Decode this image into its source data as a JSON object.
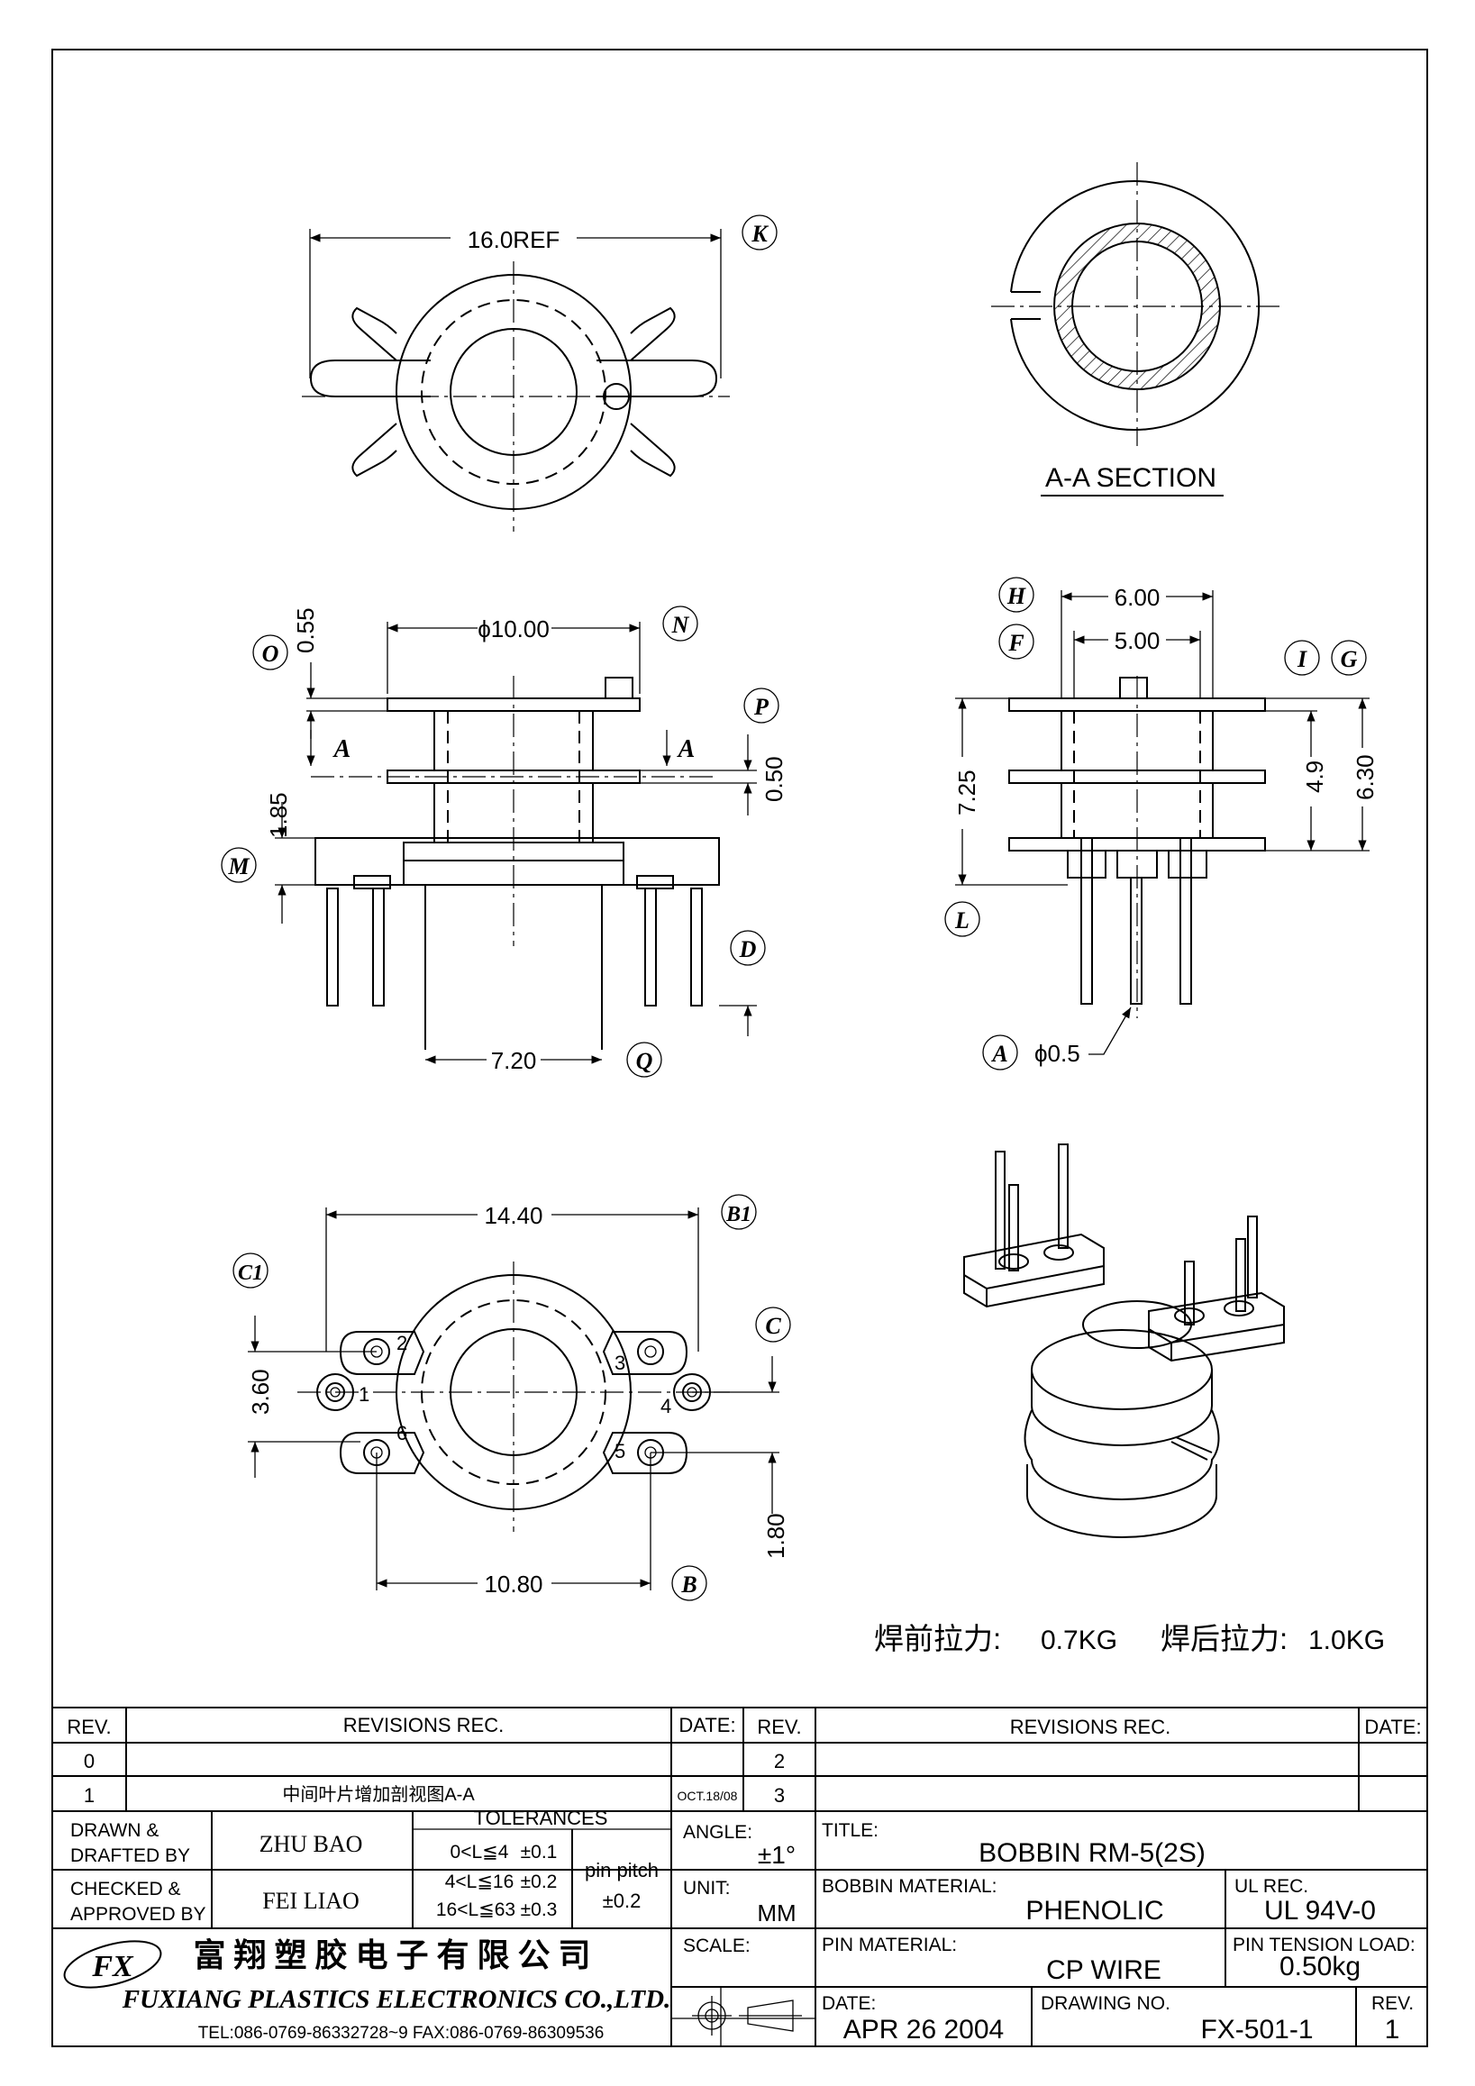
{
  "views": {
    "top": {
      "dim_width": "16.0REF",
      "ref": "K"
    },
    "section": {
      "caption": "A-A SECTION"
    },
    "front": {
      "dim_flange_dia": "ϕ10.00",
      "ref_flange": "N",
      "dim_o": "0.55",
      "ref_o": "O",
      "dim_p": "0.50",
      "ref_p": "P",
      "dim_185": "1.85",
      "ref_m": "M",
      "ref_d": "D",
      "dim_pin_span": "7.20",
      "ref_q": "Q",
      "section_mark": "A"
    },
    "side": {
      "dim_outer": "6.00",
      "ref_h": "H",
      "dim_inner": "5.00",
      "ref_f": "F",
      "ref_i": "I",
      "ref_g": "G",
      "dim_725": "7.25",
      "dim_49": "4.9",
      "dim_630": "6.30",
      "ref_l": "L",
      "ref_a": "A",
      "dim_pin_dia": "ϕ0.5"
    },
    "bottom": {
      "dim_width": "14.40",
      "ref_b1": "B1",
      "ref_c1": "C1",
      "ref_c": "C",
      "dim_360": "3.60",
      "dim_180": "1.80",
      "dim_pin_x": "10.80",
      "ref_b": "B",
      "pin_numbers": [
        "1",
        "2",
        "3",
        "4",
        "5",
        "6"
      ]
    }
  },
  "pull_force": {
    "before_label": "焊前拉力:",
    "before_value": "0.7KG",
    "after_label": "焊后拉力:",
    "after_value": "1.0KG"
  },
  "revisions": {
    "hdr_rev": "REV.",
    "hdr_rec": "REVISIONS   REC.",
    "hdr_date": "DATE:",
    "rows_left": [
      {
        "rev": "0",
        "rec": "",
        "date": ""
      },
      {
        "rev": "1",
        "rec": "中间叶片增加剖视图A-A",
        "date": "OCT.18/08"
      }
    ],
    "rows_right": [
      {
        "rev": "2",
        "rec": "",
        "date": ""
      },
      {
        "rev": "3",
        "rec": "",
        "date": ""
      }
    ]
  },
  "title_block": {
    "drawn_label": "DRAWN &\nDRAFTED BY",
    "drawn_by": "ZHU  BAO",
    "checked_label": "CHECKED &\nAPPROVED BY",
    "checked_by": "FEI LIAO",
    "tolerances_label": "TOLERANCES",
    "tol_rows": [
      {
        "range": "0<L≦4",
        "value": "±0.1"
      },
      {
        "range": "4<L≦16",
        "value": "±0.2"
      },
      {
        "range": "16<L≦63",
        "value": "±0.3"
      }
    ],
    "pin_pitch_label": "pin  pitch",
    "pin_pitch_value": "±0.2",
    "angle_label": "ANGLE:",
    "angle_value": "±1°",
    "unit_label": "UNIT:",
    "unit_value": "MM",
    "scale_label": "SCALE:",
    "title_label": "TITLE:",
    "title_value": "BOBBIN  RM-5(2S)",
    "bobbin_material_label": "BOBBIN MATERIAL:",
    "bobbin_material_value": "PHENOLIC",
    "ul_label": "UL REC.",
    "ul_value": "UL  94V-0",
    "pin_material_label": "PIN MATERIAL:",
    "pin_material_value": "CP  WIRE",
    "pin_tension_label": "PIN TENSION  LOAD:",
    "pin_tension_value": "0.50kg",
    "date_label": "DATE:",
    "date_value": "APR  26  2004",
    "drawing_no_label": "DRAWING NO.",
    "drawing_no_value": "FX-501-1",
    "rev_label": "REV.",
    "rev_value": "1",
    "company_cn": "富 翔 塑 胶 电 子 有 限 公 司",
    "company_en": "FUXIANG PLASTICS ELECTRONICS CO.,LTD.",
    "company_contact": "TEL:086-0769-86332728~9  FAX:086-0769-86309536",
    "logo_text": "FX"
  }
}
